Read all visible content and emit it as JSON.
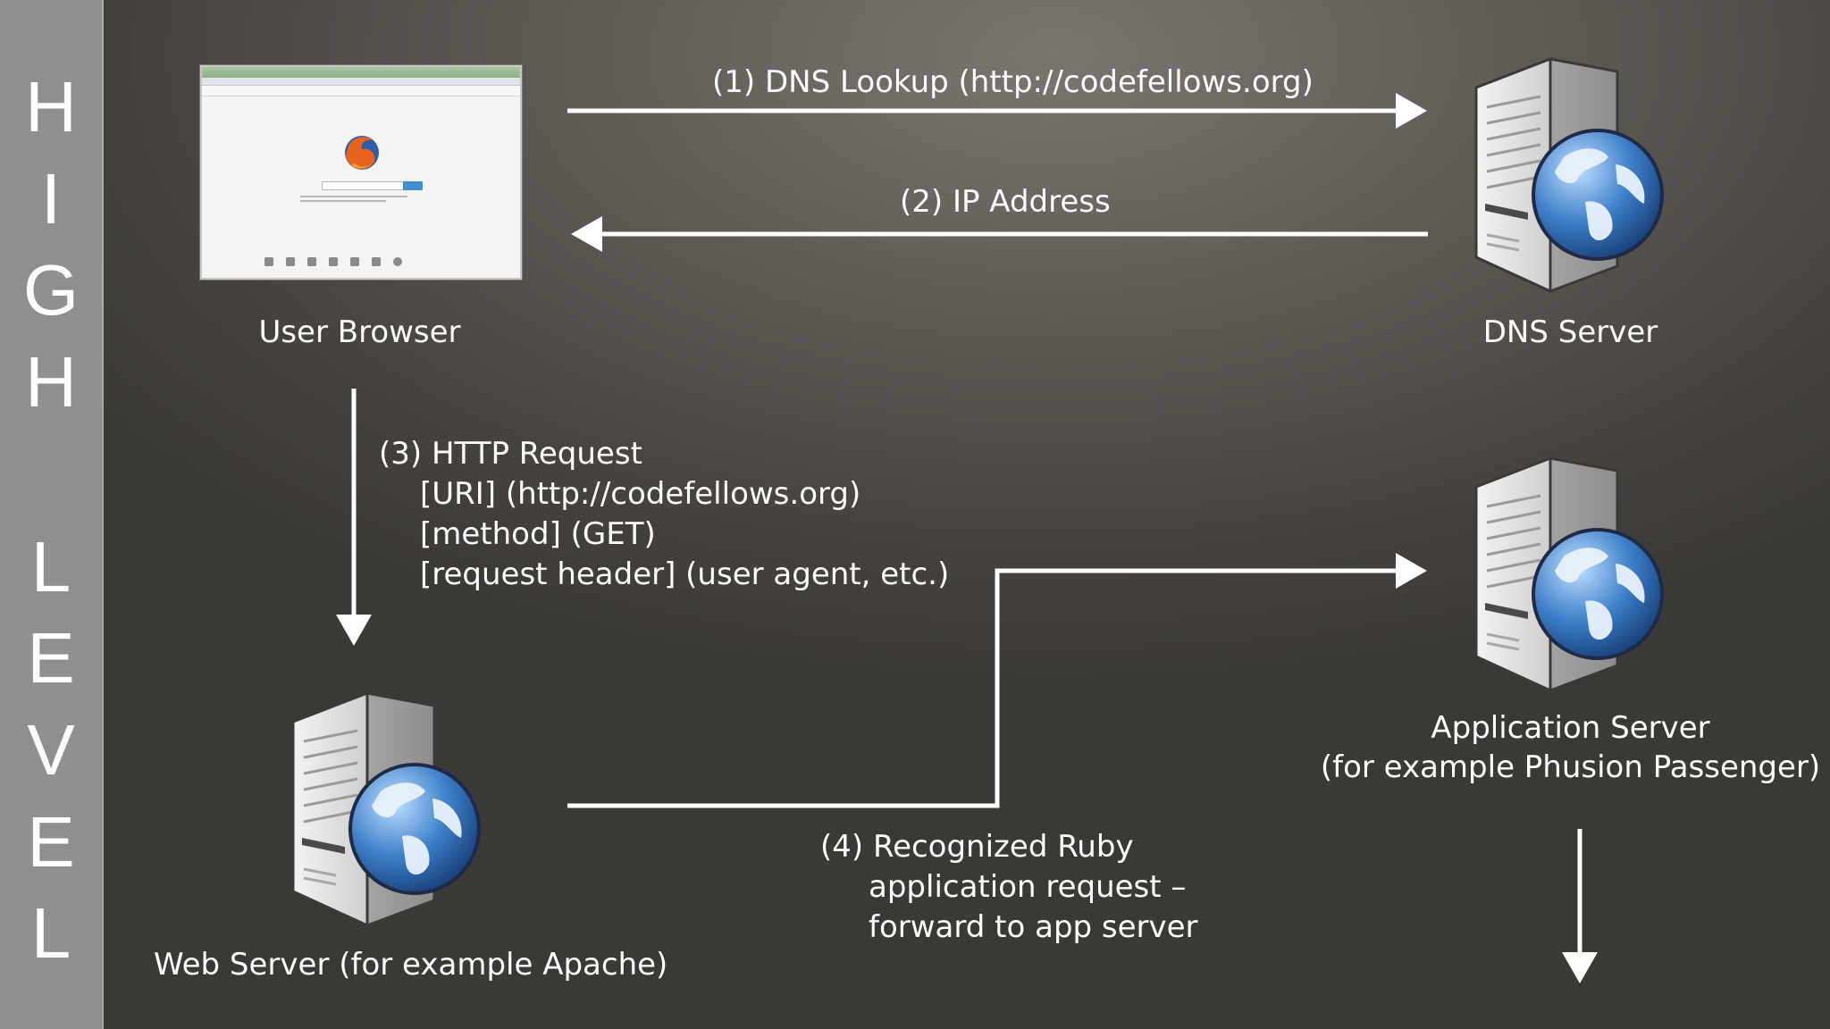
{
  "sidebar": {
    "letters": [
      "H",
      "I",
      "G",
      "H",
      "L",
      "E",
      "V",
      "E",
      "L"
    ]
  },
  "nodes": {
    "browser": {
      "label": "User Browser"
    },
    "dns": {
      "label": "DNS Server"
    },
    "web": {
      "label": "Web Server (for example Apache)"
    },
    "app": {
      "label_line1": "Application Server",
      "label_line2": "(for example Phusion Passenger)"
    }
  },
  "steps": {
    "dns_lookup": "(1) DNS Lookup (http://codefellows.org)",
    "ip_address": "(2) IP Address",
    "http_request": {
      "title": "(3) HTTP Request",
      "uri": "[URI] (http://codefellows.org)",
      "method": "[method] (GET)",
      "header": "[request header] (user agent, etc.)"
    },
    "forward": {
      "line1": "(4) Recognized Ruby",
      "line2": "application request –",
      "line3": "forward to app server"
    }
  },
  "icons": {
    "browser": "firefox-browser-screenshot-icon",
    "server": "server-globe-icon"
  },
  "colors": {
    "sidebar": "#8e908e",
    "arrow": "#ffffff",
    "globe": "#3e7fc8"
  }
}
